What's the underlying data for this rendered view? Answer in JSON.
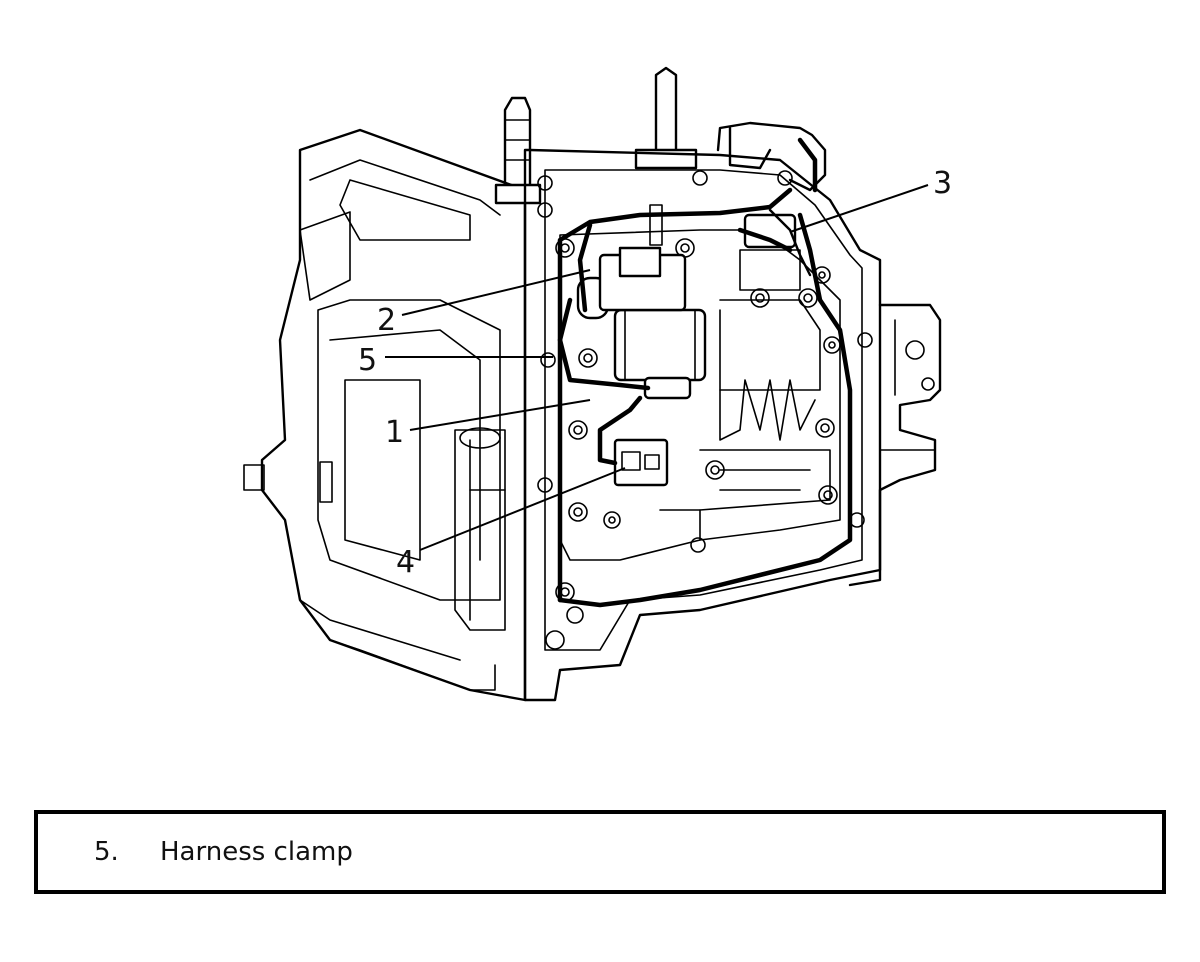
{
  "callouts": [
    {
      "num": "1"
    },
    {
      "num": "2"
    },
    {
      "num": "3"
    },
    {
      "num": "4"
    },
    {
      "num": "5"
    }
  ],
  "legend": {
    "number": "5.",
    "label": "Harness clamp"
  }
}
